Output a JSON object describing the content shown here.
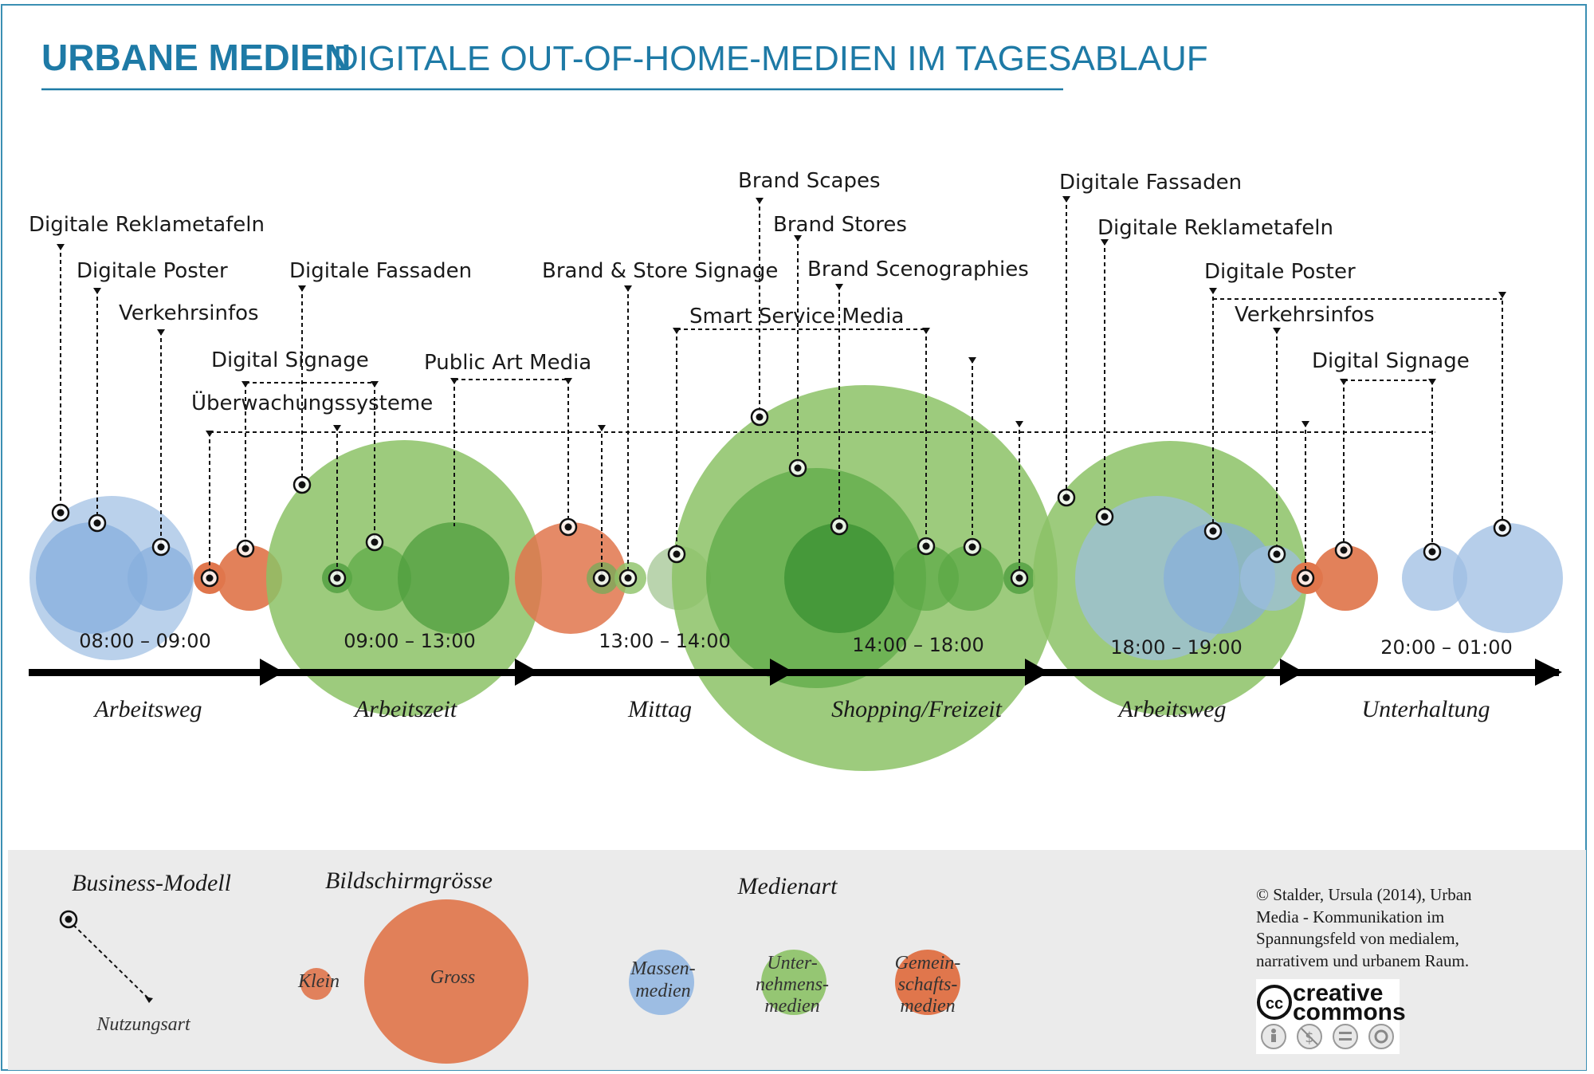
{
  "title": {
    "main": "URBANE MEDIEN",
    "sub": "DIGITALE OUT-OF-HOME-MEDIEN IM TAGESABLAUF"
  },
  "colors": {
    "massenmedien": "#9dbde3",
    "unternehmensmedien": "#8cc266",
    "gemeinschaftsmedien": "#e0764c",
    "accent": "#1e7aa6",
    "legend_bg": "#ebebeb"
  },
  "periods": [
    {
      "time": "08:00 – 09:00",
      "phase": "Arbeitsweg"
    },
    {
      "time": "09:00 – 13:00",
      "phase": "Arbeitszeit"
    },
    {
      "time": "13:00 – 14:00",
      "phase": "Mittag"
    },
    {
      "time": "14:00 – 18:00",
      "phase": "Shopping/Freizeit"
    },
    {
      "time": "18:00 – 19:00",
      "phase": "Arbeitsweg"
    },
    {
      "time": "20:00 – 01:00",
      "phase": "Unterhaltung"
    }
  ],
  "media_labels": [
    "Digitale Reklametafeln",
    "Digitale Poster",
    "Verkehrsinfos",
    "Digital Signage",
    "Überwachungssysteme",
    "Digitale Fassaden",
    "Public Art Media",
    "Brand & Store Signage",
    "Brand Scapes",
    "Brand Stores",
    "Brand Scenographies",
    "Smart Service Media",
    "Digitale Fassaden",
    "Digitale Reklametafeln",
    "Digitale Poster",
    "Verkehrsinfos",
    "Digital Signage"
  ],
  "legend": {
    "business": {
      "heading": "Business-Modell",
      "bottom": "Nutzungsart"
    },
    "size": {
      "heading": "Bildschirmgrösse",
      "small": "Klein",
      "large": "Gross"
    },
    "type": {
      "heading": "Medienart",
      "mass": [
        "Massen-",
        "medien"
      ],
      "corporate": [
        "Unter-",
        "nehmens-",
        "medien"
      ],
      "community": [
        "Gemein-",
        "schafts-",
        "medien"
      ]
    }
  },
  "credit": {
    "lines": [
      "© Stalder, Ursula (2014), Urban",
      "Media - Kommunikation im",
      "Spannungsfeld von medialem,",
      "narrativem und urbanem Raum."
    ],
    "cc_top": "creative",
    "cc_bottom": "commons"
  }
}
